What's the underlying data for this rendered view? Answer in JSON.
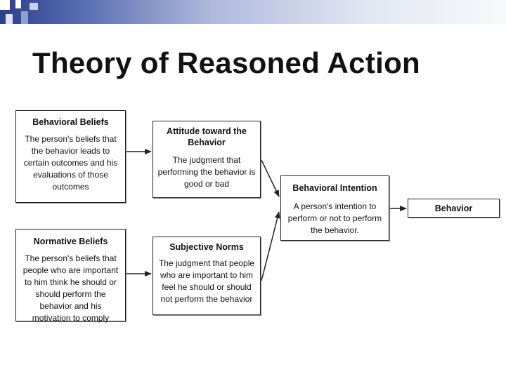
{
  "slide": {
    "title": "Theory of Reasoned Action"
  },
  "diagram": {
    "behavioral_beliefs": {
      "heading": "Behavioral Beliefs",
      "text": "The person's beliefs that the behavior leads to certain outcomes and his evaluations of those outcomes"
    },
    "attitude": {
      "heading": "Attitude toward the Behavior",
      "text": "The judgment that performing the behavior is good or bad"
    },
    "normative_beliefs": {
      "heading": "Normative Beliefs",
      "text": "The person's beliefs that people who are important to him think he should or should perform the behavior and his motivation to comply"
    },
    "subjective_norms": {
      "heading": "Subjective Norms",
      "text": "The judgment that people who are important to him feel he should or should not perform the behavior"
    },
    "behavioral_intention": {
      "heading": "Behavioral Intention",
      "text": "A person's intention to perform or not to perform the behavior."
    },
    "behavior": {
      "heading": "Behavior"
    }
  },
  "colors": {
    "header_band_dark": "#2b3f8a",
    "header_band_light": "#f8f9fc",
    "box_border": "#222222",
    "arrow": "#222222"
  }
}
